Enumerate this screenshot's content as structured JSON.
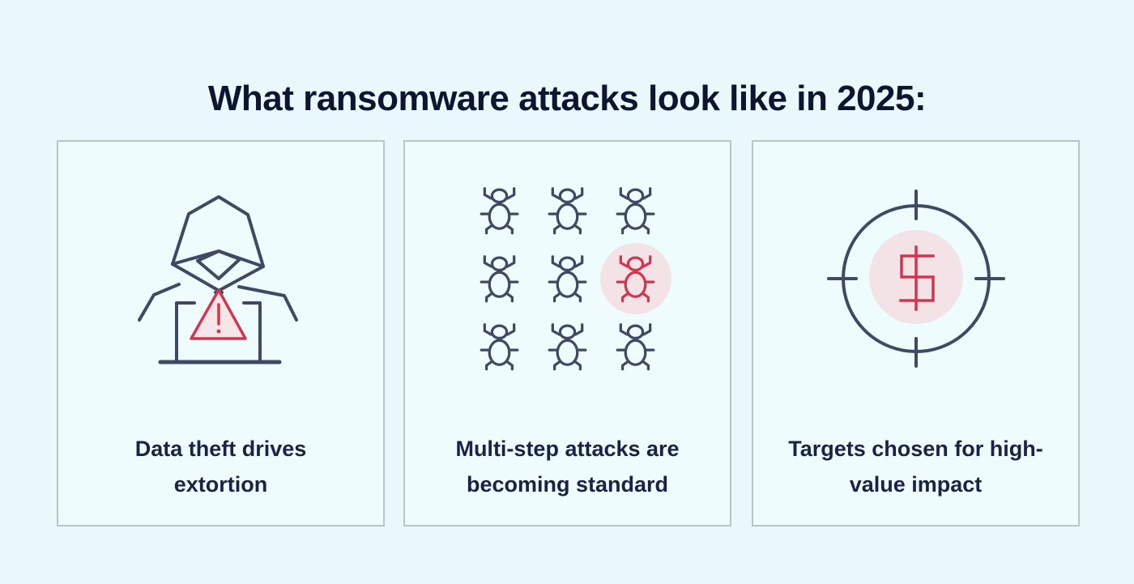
{
  "title": "What ransomware attacks look like in 2025:",
  "colors": {
    "page_background": "#e9f8fa",
    "card_background": "#eefcfd",
    "card_border": "#b9c6c8",
    "title_text": "#0e1531",
    "label_text": "#1b2245",
    "line_icon_navy": "#3e4a63",
    "accent_red": "#d2364e",
    "accent_pink": "#f3e2e6"
  },
  "cards": [
    {
      "id": "data-theft",
      "icon": "hooded-hacker-laptop-warning-icon",
      "label": "Data theft drives extortion"
    },
    {
      "id": "multi-step",
      "icon": "bug-grid-icon",
      "label": "Multi-step attacks are becoming standard"
    },
    {
      "id": "high-value-targets",
      "icon": "crosshair-dollar-icon",
      "label": "Targets chosen for high-value impact"
    }
  ],
  "bug_grid": {
    "rows": 3,
    "cols": 3,
    "total_bugs": 9,
    "highlighted_row": 2,
    "highlighted_col": 3
  }
}
